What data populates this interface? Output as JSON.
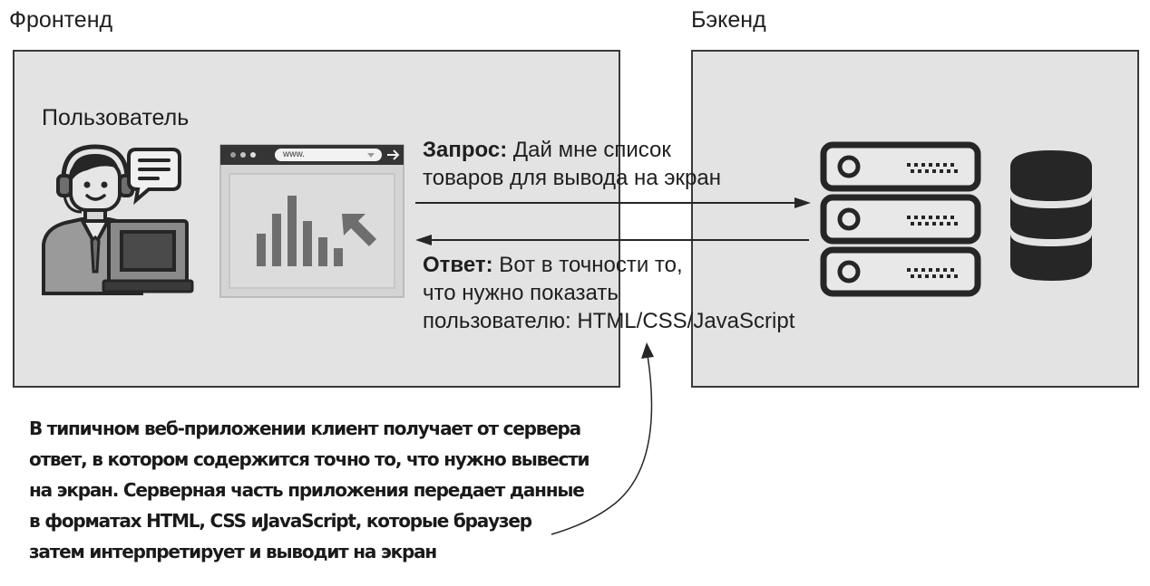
{
  "frontend": {
    "label": "Фронтенд",
    "user_label": "Пользователь",
    "browser_url": "www."
  },
  "backend": {
    "label": "Бэкенд"
  },
  "request": {
    "title": "Запрос:",
    "text_line1": " Дай мне список",
    "text_line2": "товаров для вывода на экран"
  },
  "response": {
    "title": "Ответ:",
    "text_line1": " Вот в точности то,",
    "text_line2": "что нужно показать",
    "text_line3": "пользователю: HTML/CSS/JavaScript"
  },
  "caption": {
    "lines": [
      "В типичном веб-приложении клиент получает от сервера",
      "ответ, в котором содержится точно то, что нужно вывести",
      "на экран. Серверная часть приложения передает данные",
      "в форматах HTML, CSS иJavaScript, которые браузер",
      "затем интерпретирует и выводит на экран"
    ]
  },
  "icons": {
    "user": "user-at-laptop-icon",
    "chat": "chat-bubble-icon",
    "browser": "browser-window-icon",
    "server": "server-rack-icon",
    "database": "database-icon"
  },
  "colors": {
    "panel_fill": "#e3e3e3",
    "panel_border": "#3a3a3a",
    "icon_dark": "#262626",
    "icon_mid": "#6e6e6e",
    "icon_light": "#d2d2d2"
  }
}
